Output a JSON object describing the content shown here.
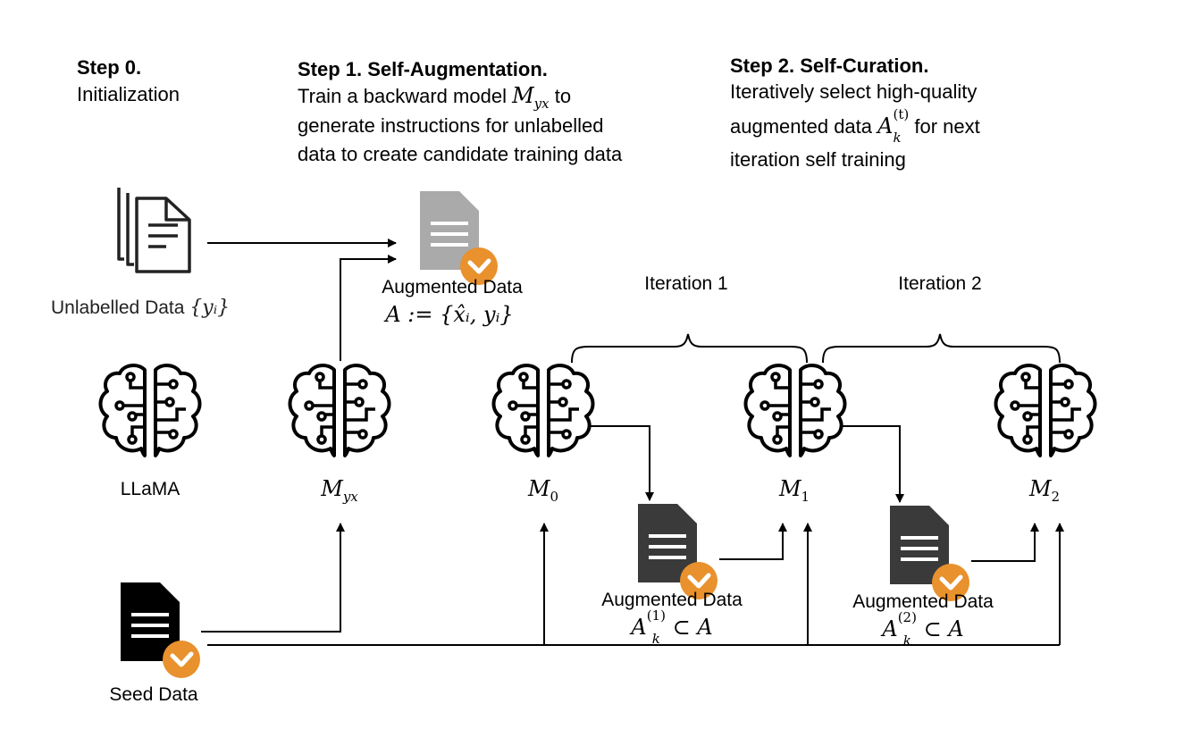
{
  "step0": {
    "title": "Step 0.",
    "desc": "Initialization"
  },
  "step1": {
    "title": "Step 1. Self-Augmentation.",
    "line1_pre": "Train a backward model",
    "line1_math_base": "M",
    "line1_math_sub": "yx",
    "line1_post": "to",
    "line2": "generate instructions for unlabelled",
    "line3": "data to create candidate training data"
  },
  "step2": {
    "title": "Step 2. Self-Curation.",
    "line1": "Iteratively select high-quality",
    "line2_pre": "augmented data",
    "line2_math_base": "A",
    "line2_math_sub": "k",
    "line2_math_sup": "(t)",
    "line2_post": "for next",
    "line3": "iteration self training"
  },
  "unlabelled": {
    "label": "Unlabelled Data",
    "math": "{yᵢ}"
  },
  "augmented_main": {
    "label": "Augmented Data",
    "math": "A := {x̂ᵢ, yᵢ}"
  },
  "models": {
    "llama": "LLaMA",
    "myx_base": "M",
    "myx_sub": "yx",
    "m0_base": "M",
    "m0_sub": "0",
    "m1_base": "M",
    "m1_sub": "1",
    "m2_base": "M",
    "m2_sub": "2"
  },
  "iterations": {
    "iter1": "Iteration 1",
    "iter2": "Iteration 2"
  },
  "aug1": {
    "label": "Augmented Data",
    "base": "A",
    "sub": "k",
    "sup": "(1)",
    "rel": "⊂ A"
  },
  "aug2": {
    "label": "Augmented Data",
    "base": "A",
    "sub": "k",
    "sup": "(2)",
    "rel": "⊂ A"
  },
  "seed": {
    "label": "Seed Data"
  },
  "colors": {
    "badge": "#e8912d",
    "doc_gray": "#aaaaaa",
    "doc_dark": "#3a3a3a",
    "doc_black": "#000000"
  }
}
